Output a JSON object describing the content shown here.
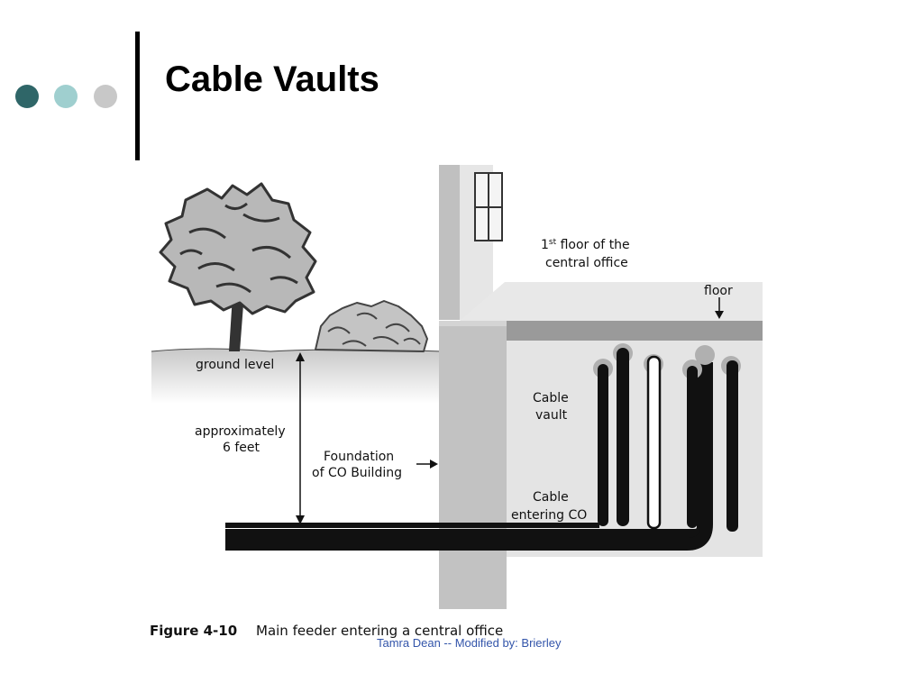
{
  "slide": {
    "title": "Cable Vaults",
    "footer": "Tamra Dean -- Modified by: Brierley"
  },
  "diagram": {
    "labels": {
      "first_floor_line1_num": "1",
      "first_floor_line1_sup": "st",
      "first_floor_line1_rest": " floor of the",
      "first_floor_line2": "central office",
      "floor": "floor",
      "ground_level": "ground level",
      "approx_line1": "approximately",
      "approx_line2": "6 feet",
      "foundation_line1": "Foundation",
      "foundation_line2": "of CO Building",
      "cable_vault_line1": "Cable",
      "cable_vault_line2": "vault",
      "cable_entering_line1": "Cable",
      "cable_entering_line2": "entering CO"
    },
    "caption": {
      "figure_number": "Figure 4-10",
      "text": "Main feeder entering a central office"
    }
  },
  "icons": [
    "tree-icon",
    "bush-icon",
    "window-icon"
  ],
  "colors": {
    "dot_dark": "#2f6668",
    "dot_light": "#9fcfcf",
    "dot_gray": "#c8c8c8",
    "footer_text": "#3355aa"
  }
}
